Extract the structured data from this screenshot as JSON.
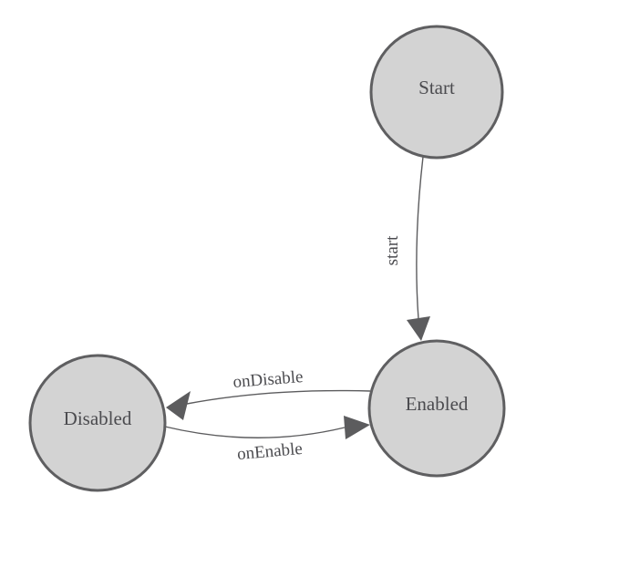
{
  "diagram": {
    "type": "state-machine",
    "colors": {
      "background": "#ffffff",
      "node_fill": "#d3d3d3",
      "node_border": "#5f5f61",
      "edge": "#5c5c5e",
      "text": "#4b4b4f"
    },
    "nodes": [
      {
        "id": "start",
        "label": "Start"
      },
      {
        "id": "enabled",
        "label": "Enabled"
      },
      {
        "id": "disabled",
        "label": "Disabled"
      }
    ],
    "edges": [
      {
        "from": "start",
        "to": "enabled",
        "label": "start"
      },
      {
        "from": "enabled",
        "to": "disabled",
        "label": "onDisable"
      },
      {
        "from": "disabled",
        "to": "enabled",
        "label": "onEnable"
      }
    ]
  }
}
